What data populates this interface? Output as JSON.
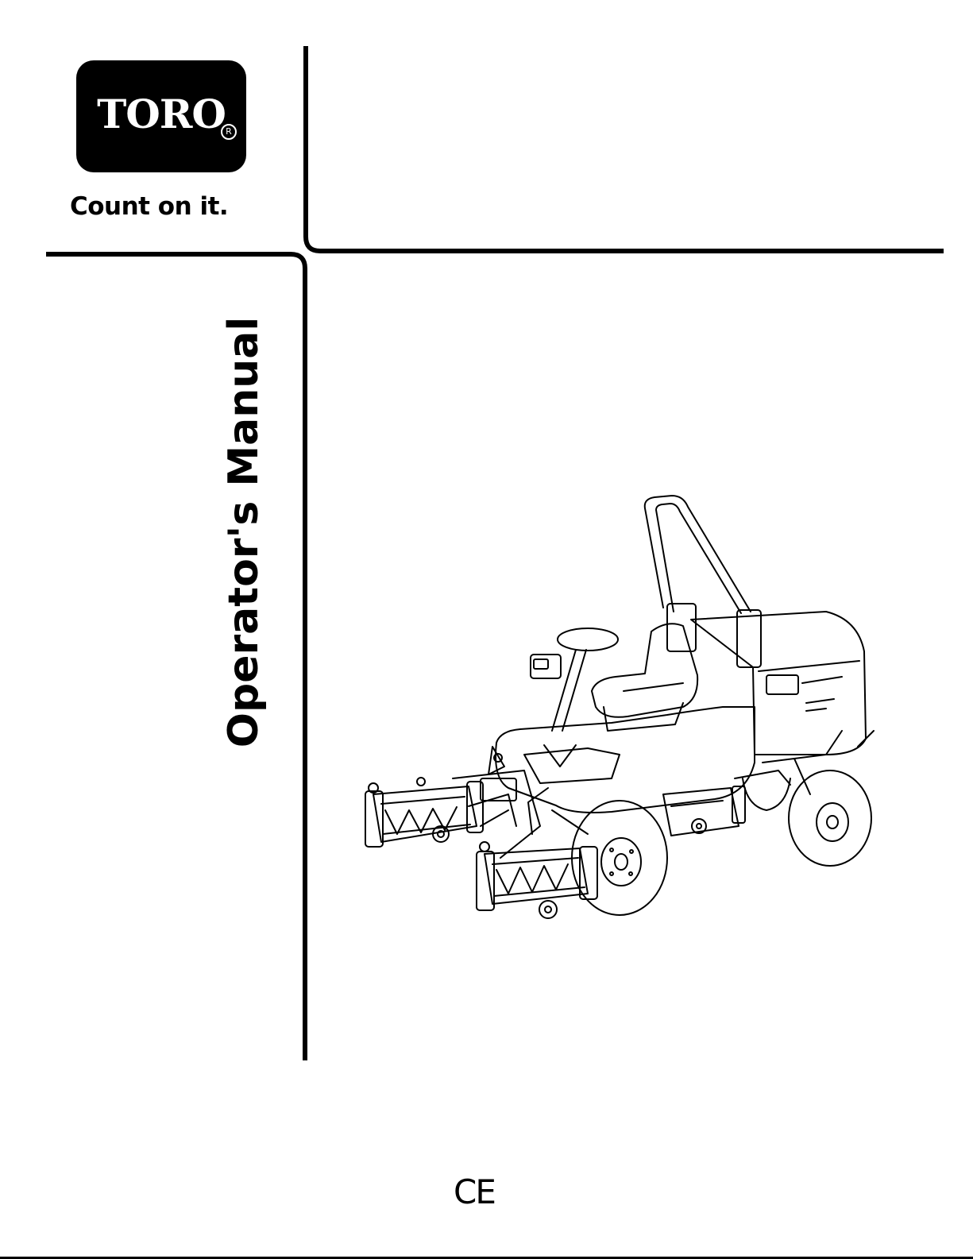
{
  "logo": {
    "brand": "TORO",
    "registered": "R",
    "tagline": "Count on it."
  },
  "document": {
    "title": "Operator's Manual"
  },
  "illustration": {
    "subject": "riding-reel-mower"
  },
  "footer": {
    "mark": "CE"
  }
}
